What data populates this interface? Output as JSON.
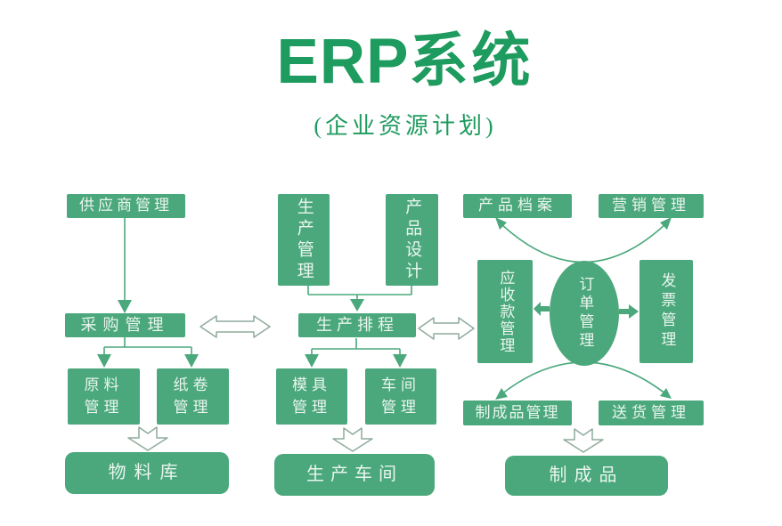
{
  "header": {
    "title_latin": "ERP",
    "title_cjk": "系统",
    "subtitle": "(企业资源计划)"
  },
  "nodes": {
    "supplier_mgmt": "供应商管理",
    "purchase_mgmt": "采购管理",
    "raw_material_mgmt": "原料\n管理",
    "paper_roll_mgmt": "纸卷\n管理",
    "material_warehouse": "物料库",
    "production_mgmt": "生产管理",
    "product_design": "产品设计",
    "production_schedule": "生产排程",
    "mold_mgmt": "模具\n管理",
    "workshop_mgmt": "车间\n管理",
    "production_workshop": "生产车间",
    "product_archive": "产品档案",
    "marketing_mgmt": "营销管理",
    "receivable_mgmt": "应收款管理",
    "order_mgmt": "订单管理",
    "invoice_mgmt": "发票管理",
    "finished_product_mgmt": "制成品管理",
    "delivery_mgmt": "送货管理",
    "finished_products": "制成品"
  },
  "colors": {
    "box_green": "#4ba87c",
    "title_green": "#1e9b5e",
    "arrow_green": "#4aa87c",
    "hollow_outline": "#8fab9b",
    "box_text": "#eaf5ee",
    "background": "#ffffff"
  },
  "edges": [
    {
      "from": "supplier_mgmt",
      "to": "purchase_mgmt",
      "type": "arrow"
    },
    {
      "from": "purchase_mgmt",
      "to": "raw_material_mgmt",
      "type": "arrow"
    },
    {
      "from": "purchase_mgmt",
      "to": "paper_roll_mgmt",
      "type": "arrow"
    },
    {
      "from": "purchase_mgmt",
      "to": "production_schedule",
      "type": "double-arrow"
    },
    {
      "from": "production_mgmt",
      "to": "production_schedule",
      "type": "arrow"
    },
    {
      "from": "product_design",
      "to": "production_schedule",
      "type": "arrow"
    },
    {
      "from": "production_schedule",
      "to": "mold_mgmt",
      "type": "arrow"
    },
    {
      "from": "production_schedule",
      "to": "workshop_mgmt",
      "type": "arrow"
    },
    {
      "from": "production_schedule",
      "to": "receivable_mgmt",
      "type": "double-arrow"
    },
    {
      "from": "order_mgmt",
      "to": "product_archive",
      "type": "curved-arrow"
    },
    {
      "from": "order_mgmt",
      "to": "marketing_mgmt",
      "type": "curved-arrow"
    },
    {
      "from": "order_mgmt",
      "to": "receivable_mgmt",
      "type": "arrow"
    },
    {
      "from": "order_mgmt",
      "to": "invoice_mgmt",
      "type": "arrow"
    },
    {
      "from": "order_mgmt",
      "to": "finished_product_mgmt",
      "type": "curved-arrow"
    },
    {
      "from": "order_mgmt",
      "to": "delivery_mgmt",
      "type": "curved-arrow"
    },
    {
      "from": "raw_material_mgmt,paper_roll_mgmt",
      "to": "material_warehouse",
      "type": "hollow-arrow"
    },
    {
      "from": "mold_mgmt,workshop_mgmt",
      "to": "production_workshop",
      "type": "hollow-arrow"
    },
    {
      "from": "finished_product_mgmt,delivery_mgmt",
      "to": "finished_products",
      "type": "hollow-arrow"
    }
  ]
}
